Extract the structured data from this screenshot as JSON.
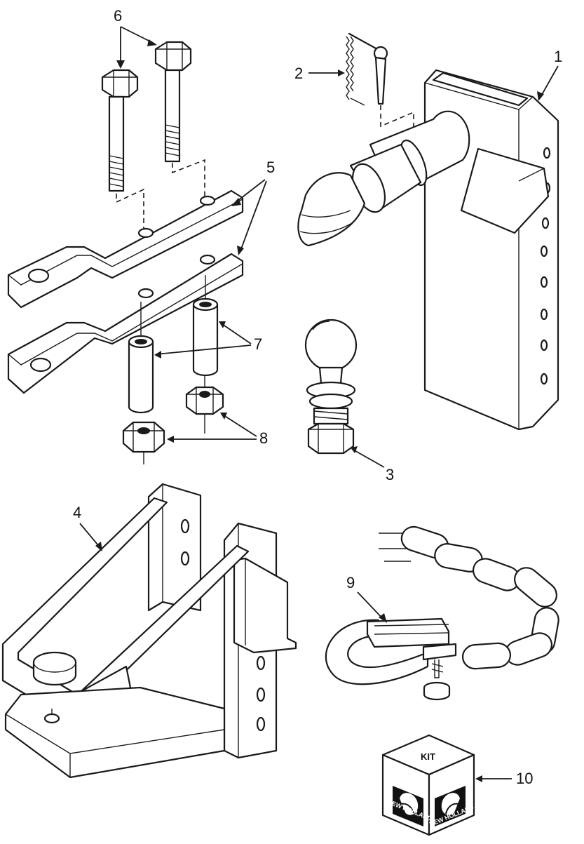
{
  "callouts": [
    {
      "id": "1",
      "label": "1"
    },
    {
      "id": "2",
      "label": "2"
    },
    {
      "id": "3",
      "label": "3"
    },
    {
      "id": "4",
      "label": "4"
    },
    {
      "id": "5",
      "label": "5"
    },
    {
      "id": "6",
      "label": "6"
    },
    {
      "id": "7",
      "label": "7"
    },
    {
      "id": "8",
      "label": "8"
    },
    {
      "id": "9",
      "label": "9"
    },
    {
      "id": "10",
      "label": "10"
    }
  ],
  "kit_box": {
    "label": "KIT",
    "brand_left": "NEW HOLLAND",
    "brand_right": "NEW HOLLAND"
  },
  "icons": [
    "bolt-icon",
    "hitch-pin-icon",
    "pintle-hook-icon",
    "hitch-ball-icon",
    "drawbar-plate-icon",
    "spacer-tube-icon",
    "hex-nut-icon",
    "hitch-bracket-icon",
    "safety-chain-icon",
    "kit-box-icon",
    "new-holland-leaf-logo"
  ],
  "colors": {
    "line": "#1a1a1a",
    "fill": "#ffffff",
    "logo": "#111111"
  }
}
